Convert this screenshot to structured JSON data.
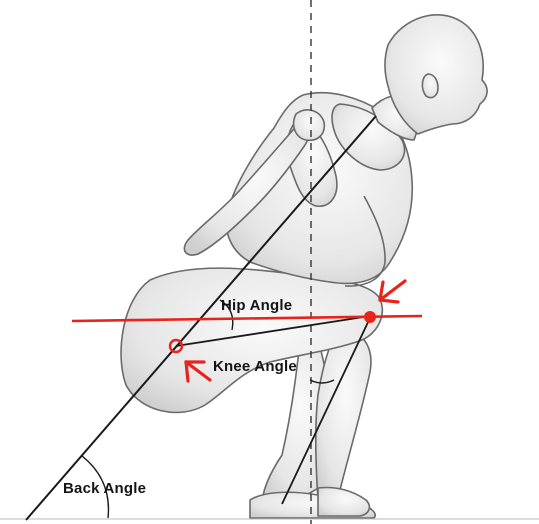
{
  "labels": {
    "hip": "Hip Angle",
    "knee": "Knee Angle",
    "back": "Back Angle"
  },
  "colors": {
    "annotation_red": "#e8231c",
    "line_black": "#1a1a1a",
    "figure_fill": "#ececec",
    "figure_outline": "#6a6a6a"
  },
  "icons": [
    "arrow-icon",
    "joint-circle-icon",
    "joint-dot-icon"
  ]
}
